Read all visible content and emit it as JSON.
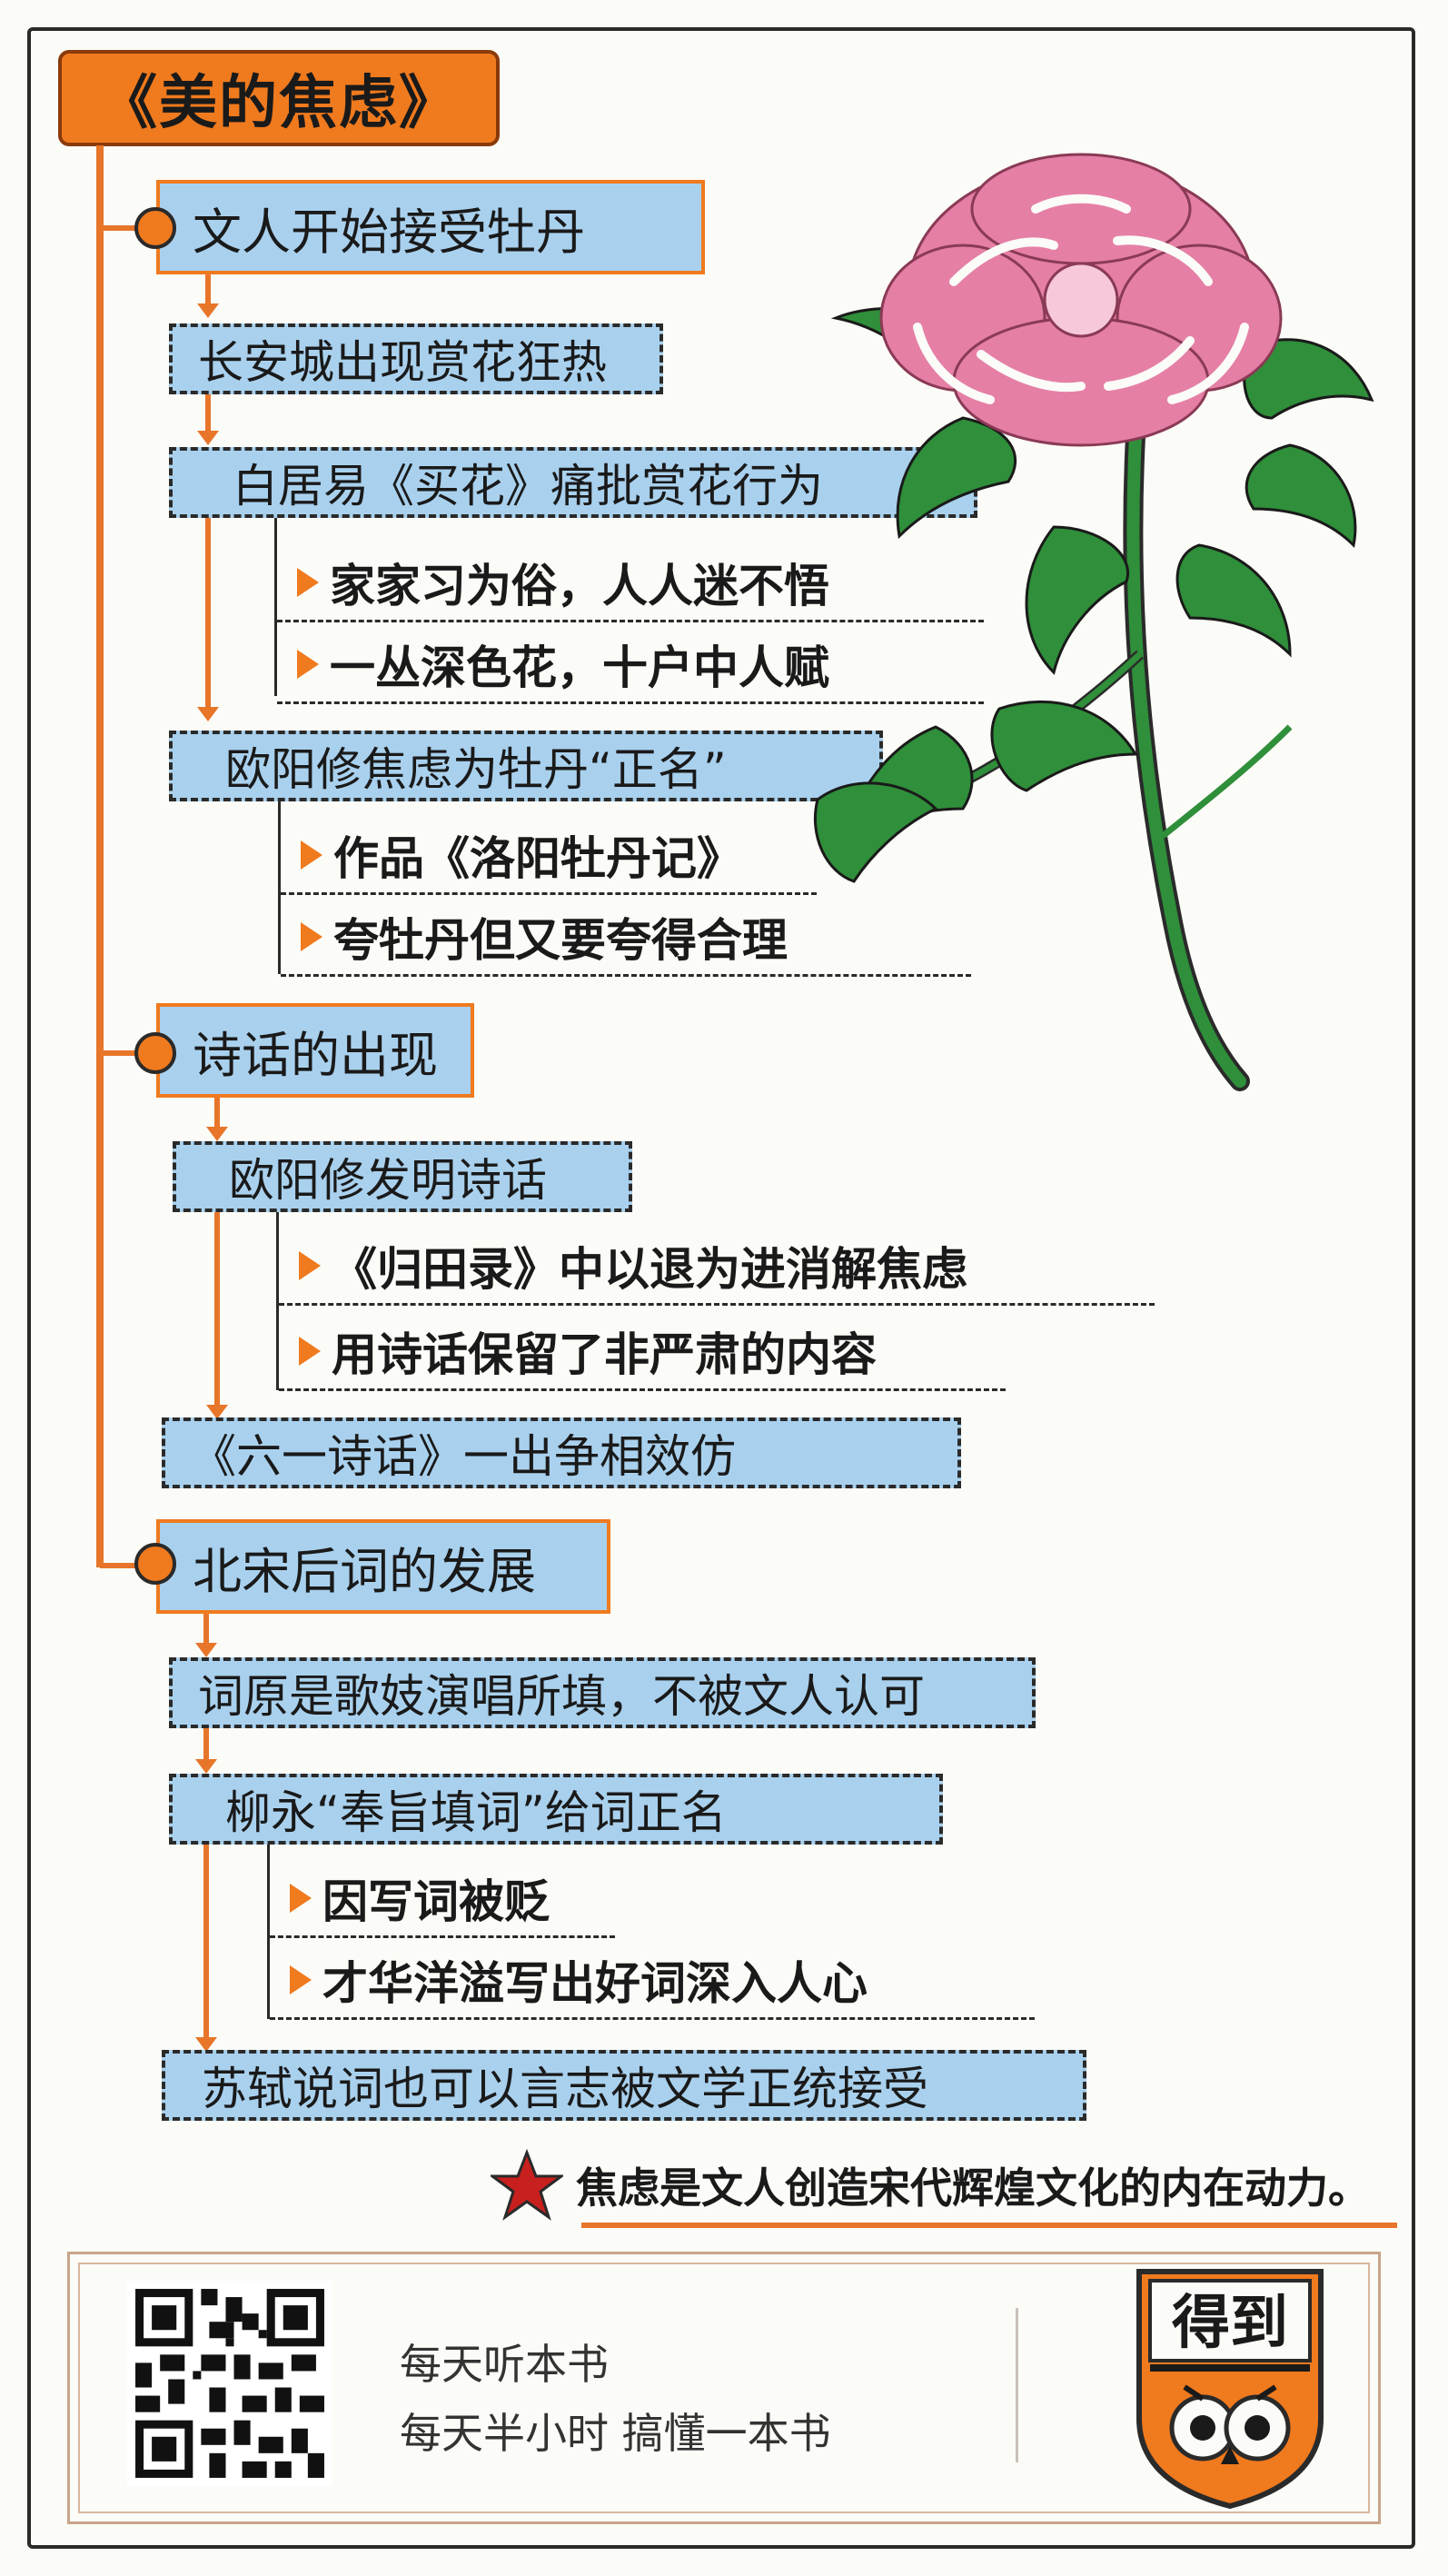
{
  "title": "《美的焦虑》",
  "sections": [
    {
      "label": "文人开始接受牡丹",
      "items": [
        {
          "label": "长安城出现赏花狂热"
        },
        {
          "label": "白居易《买花》痛批赏花行为",
          "bullets": [
            "家家习为俗，人人迷不悟",
            "一丛深色花，十户中人赋"
          ]
        },
        {
          "label": "欧阳修焦虑为牡丹“正名”",
          "bullets": [
            "作品《洛阳牡丹记》",
            "夸牡丹但又要夸得合理"
          ]
        }
      ]
    },
    {
      "label": "诗话的出现",
      "items": [
        {
          "label": "欧阳修发明诗话",
          "bullets": [
            "《归田录》中以退为进消解焦虑",
            "用诗话保留了非严肃的内容"
          ]
        },
        {
          "label": "《六一诗话》一出争相效仿"
        }
      ]
    },
    {
      "label": "北宋后词的发展",
      "items": [
        {
          "label": "词原是歌妓演唱所填，不被文人认可"
        },
        {
          "label": "柳永“奉旨填词”给词正名",
          "bullets": [
            "因写词被贬",
            "才华洋溢写出好词深入人心"
          ]
        },
        {
          "label": "苏轼说词也可以言志被文学正统接受"
        }
      ]
    }
  ],
  "summary": "焦虑是文人创造宋代辉煌文化的内在动力。",
  "footer": {
    "line1": "每天听本书",
    "line2": "每天半小时 搞懂一本书",
    "logo_text": "得到"
  },
  "colors": {
    "accent": "#f07a1e",
    "box_fill": "#a9d1ee",
    "star": "#c8201f",
    "flower": "#e57fa6",
    "leaf": "#2f8f3a"
  },
  "icons": [
    "star-icon",
    "qr-code-icon",
    "owl-logo-icon",
    "peony-illustration"
  ]
}
